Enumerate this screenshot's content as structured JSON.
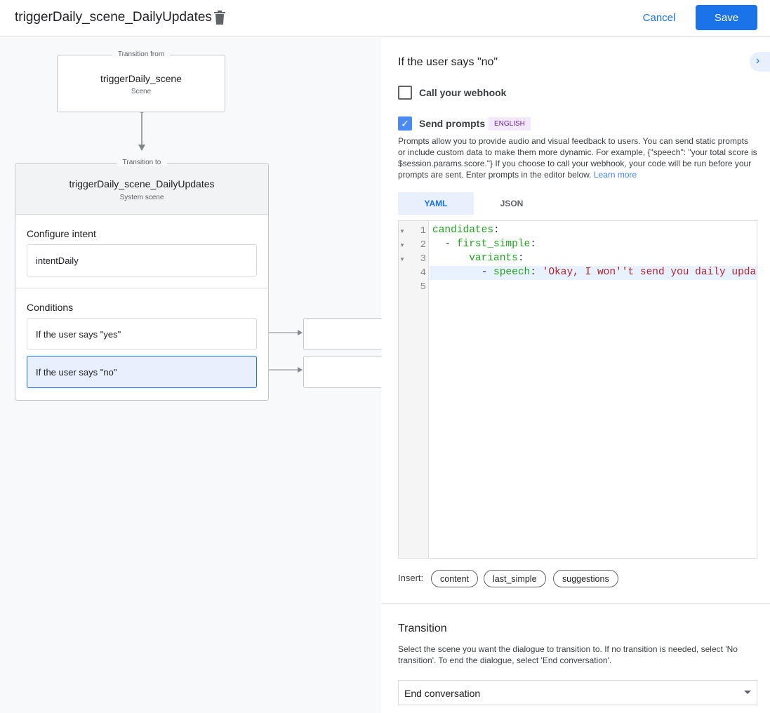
{
  "header": {
    "title": "triggerDaily_scene_DailyUpdates",
    "cancel": "Cancel",
    "save": "Save"
  },
  "canvas": {
    "from": {
      "legend": "Transition from",
      "name": "triggerDaily_scene",
      "type": "Scene"
    },
    "to": {
      "legend": "Transition to",
      "name": "triggerDaily_scene_DailyUpdates",
      "type": "System scene"
    },
    "intent": {
      "label": "Configure intent",
      "value": "intentDaily"
    },
    "conditions": {
      "label": "Conditions",
      "items": [
        "If the user says \"yes\"",
        "If the user says \"no\""
      ]
    }
  },
  "panel": {
    "heading": "If the user says \"no\"",
    "webhook": {
      "label": "Call your webhook",
      "checked": false
    },
    "prompts": {
      "label": "Send prompts",
      "checked": true,
      "badge": "ENGLISH",
      "description": "Prompts allow you to provide audio and visual feedback to users. You can send static prompts or include custom data to make them more dynamic. For example, {\"speech\": \"your total score is $session.params.score.\"} If you choose to call your webhook, your code will be run before your prompts are sent. Enter prompts in the editor below.",
      "learn_more": "Learn more"
    },
    "tabs": [
      "YAML",
      "JSON"
    ],
    "active_tab": "YAML",
    "editor": {
      "line_numbers": [
        "1",
        "2",
        "3",
        "4",
        "5"
      ],
      "lines": [
        {
          "key": "candidates",
          "indent": ""
        },
        {
          "key": "first_simple",
          "indent": "  - "
        },
        {
          "key": "variants",
          "indent": "      "
        },
        {
          "key": "speech",
          "indent": "        - ",
          "value": "'Okay, I won''t send you daily update"
        }
      ]
    },
    "insert": {
      "label": "Insert:",
      "chips": [
        "content",
        "last_simple",
        "suggestions"
      ]
    },
    "transition": {
      "heading": "Transition",
      "description": "Select the scene you want the dialogue to transition to. If no transition is needed, select 'No transition'. To end the dialogue, select 'End conversation'.",
      "selected": "End conversation"
    }
  },
  "colors": {
    "primary": "#1a73e8",
    "selected_condition": "#e8f0fe",
    "badge_bg": "#f3e8fd",
    "badge_text": "#681da8"
  }
}
